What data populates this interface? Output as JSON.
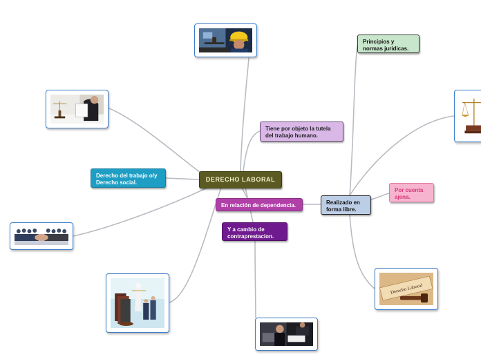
{
  "central": {
    "label": "DERECHO LABORAL"
  },
  "topics": {
    "tutela": "Tiene por objeto la tutela del trabajo humano.",
    "derecho_social": "Derecho del trabajo o/y Derecho social.",
    "dependencia": "En relación de dependencia.",
    "contraprestacion": "Y a cambio de contraprestacion.",
    "libre": "Realizado en forma libre.",
    "principios": "Principios y normas juridicas.",
    "cuenta_ajena": "Por cuenta ajena."
  },
  "images": {
    "workers_helmet": "workers-helmet-image",
    "lawyer_desk": "lawyer-desk-image",
    "handshake": "handshake-image",
    "justice_statue": "justice-statue-image",
    "business_meeting": "business-meeting-image",
    "scales": "scales-of-justice-image",
    "labor_law_book": "derecho-laboral-book-image"
  },
  "image_text": {
    "book_title": "Derecho Laboral"
  },
  "colors": {
    "central_bg": "#5a5a22",
    "central_text": "#f4f0c8",
    "lavender": "#d9b8e8",
    "teal": "#1e9ec4",
    "magenta": "#b03fa8",
    "purple": "#6f1a8e",
    "steel_blue": "#bccde6",
    "mint": "#c8e6cb",
    "pink": "#f7b4cf",
    "pink_text": "#d8387a",
    "connector": "#b8bcc2",
    "image_border": "#3d7fc8"
  }
}
